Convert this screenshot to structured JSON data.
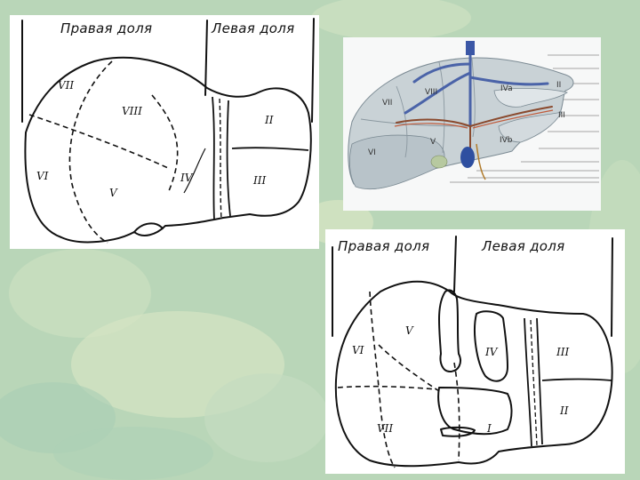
{
  "background": {
    "color": "#b9d6b8",
    "accent": "#d8e6c4"
  },
  "panel_a": {
    "header_left": "Правая доля",
    "header_right": "Левая доля",
    "segments": {
      "vii": "VII",
      "viii": "VIII",
      "vi": "VI",
      "v": "V",
      "iv": "IV",
      "ii": "II",
      "iii": "III"
    }
  },
  "panel_b": {
    "segments": {
      "vii": "VII",
      "viii": "VIII",
      "iva": "IVa",
      "ii": "II",
      "iii": "III",
      "vi": "VI",
      "v": "V",
      "ivb": "IVb"
    }
  },
  "panel_c": {
    "header_left": "Правая доля",
    "header_right": "Левая доля",
    "segments": {
      "vi": "VI",
      "v": "V",
      "iv": "IV",
      "iii": "III",
      "ii": "II",
      "vii": "VII",
      "i": "I"
    }
  }
}
